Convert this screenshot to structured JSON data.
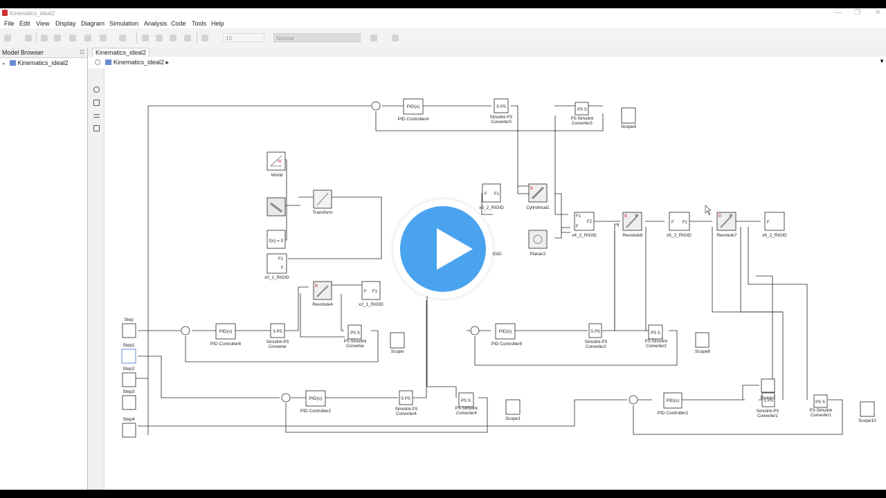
{
  "window": {
    "title": "Kinematics_ideal2"
  },
  "menu": [
    "File",
    "Edit",
    "View",
    "Display",
    "Diagram",
    "Simulation",
    "Analysis",
    "Code",
    "Tools",
    "Help"
  ],
  "toolbar": {
    "stop_time": "10",
    "sim_mode": "Normal"
  },
  "model_browser": {
    "title": "Model Browser",
    "root": "Kinematics_ideal2"
  },
  "tab": {
    "label": "Kinematics_ideal2"
  },
  "breadcrumb": {
    "path": "Kinematics_ideal2"
  },
  "diagram": {
    "step": "Step",
    "step1": "Step1",
    "step2": "Step2",
    "step3": "Step3",
    "step4": "Step4",
    "pid6": "PID Controller6",
    "pid4": "PID Controller4",
    "pid2": "PID Controller2",
    "pid5": "PID Controller5",
    "pid1": "PID Controller1",
    "pid_icon": "PID(s)",
    "spsc": "Simulink-PS\nConverter",
    "spsc3": "Simulink-PS\nConverter3",
    "spsc4": "Simulink-PS\nConverter4",
    "spsc2": "Simulink-PS\nConverter2",
    "spsc1": "Simulink-PS\nConverter1",
    "pssc": "PS-Simulink\nConverter",
    "pssc3": "PS-Simulink\nConverter3",
    "pssc4": "PS-Simulink\nConverter4",
    "pssc2": "PS-Simulink\nConverter2",
    "pssc1": "PS-Simulink\nConverter1",
    "scope": "Scope",
    "scope1": "Scope1",
    "scope2": "Scope2",
    "scope8": "Scope8",
    "scope9": "Scope9",
    "scope10": "Scope10",
    "world": "World",
    "transform": "Transform",
    "fx": "f(x) = 0",
    "x0_1": "x0_1_RIGID",
    "x2_1": "x2_1_RIGID",
    "x3_2": "x3_2_RIGID",
    "x4_2": "x4_2_RIGID",
    "x5_2": "x5_2_RIGID",
    "x6_2": "x6_2_RIGID",
    "hidden_rigid": "IGID",
    "revolute4": "Revolute4",
    "revolute6": "Revolute6",
    "revolute7": "Revolute7",
    "cylindrical1": "Cylindrical1",
    "planar2": "Planar2",
    "sps": "S PS",
    "pss": "PS S",
    "port_f": "F",
    "port_f1": "F1",
    "port_f2": "F2",
    "port_b": "B",
    "port_w": "W"
  },
  "colors": {
    "accent": "#4aa3ee",
    "browser_icon": "#6a8ccf"
  }
}
